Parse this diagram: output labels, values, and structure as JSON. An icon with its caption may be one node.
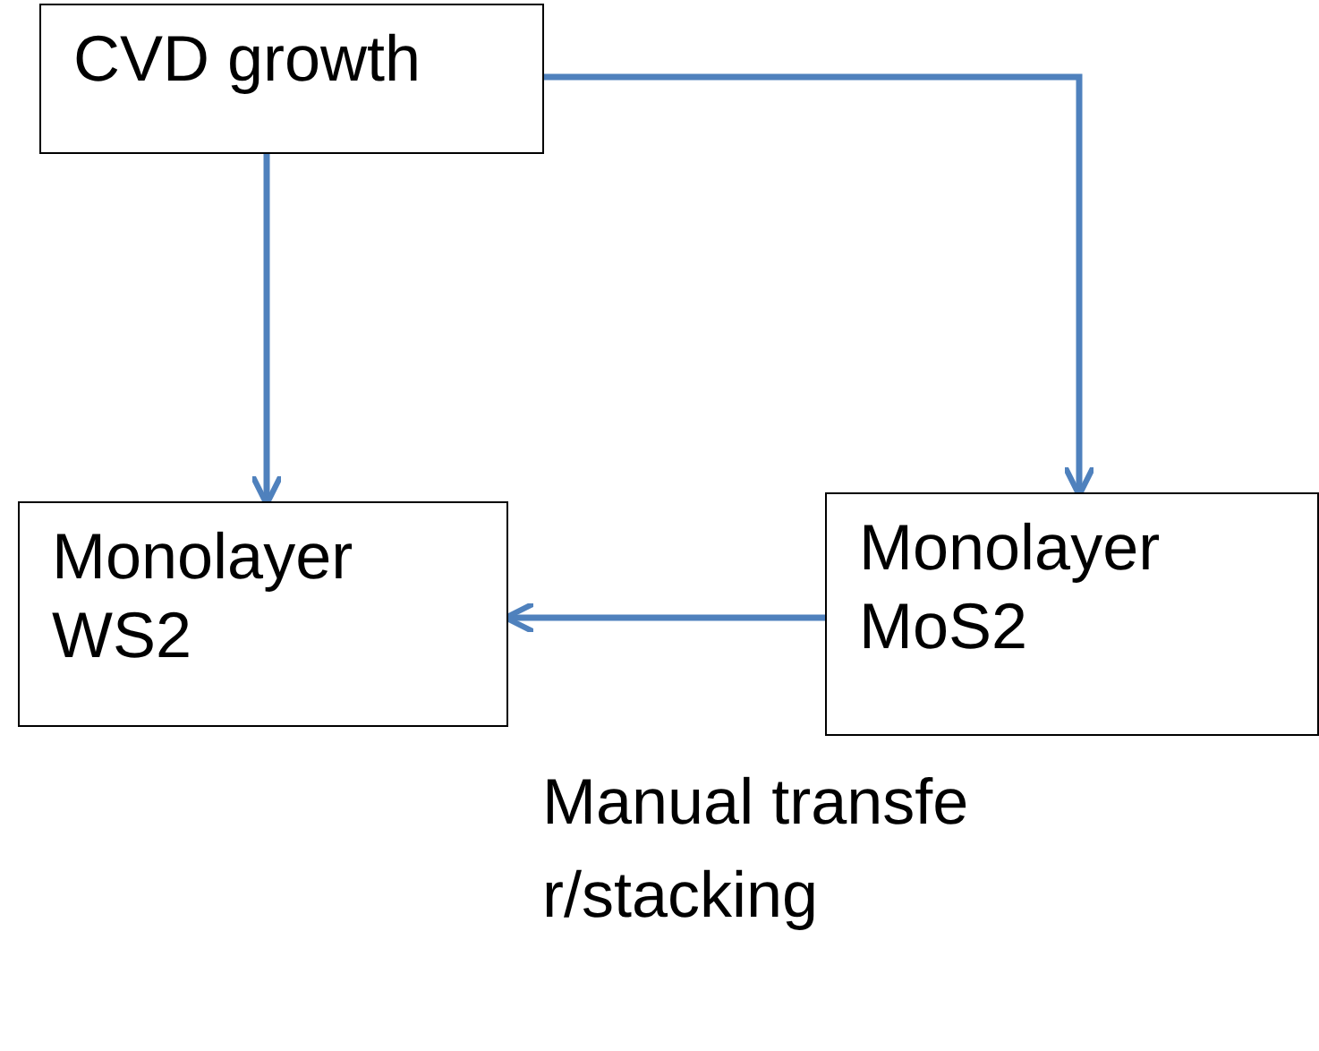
{
  "diagram": {
    "nodes": [
      {
        "text": [
          "CVD growth"
        ]
      },
      {
        "text": [
          "Monolayer WS2"
        ]
      },
      {
        "text": [
          "Monolayer MoS2"
        ]
      }
    ],
    "edges": [
      {
        "from": 0,
        "to": 1,
        "arrow": "to"
      },
      {
        "from": 0,
        "to": 2,
        "arrow": "to"
      },
      {
        "from": 2,
        "to": 1,
        "arrow": "to",
        "label": "Manual transfer/stacking"
      }
    ]
  }
}
